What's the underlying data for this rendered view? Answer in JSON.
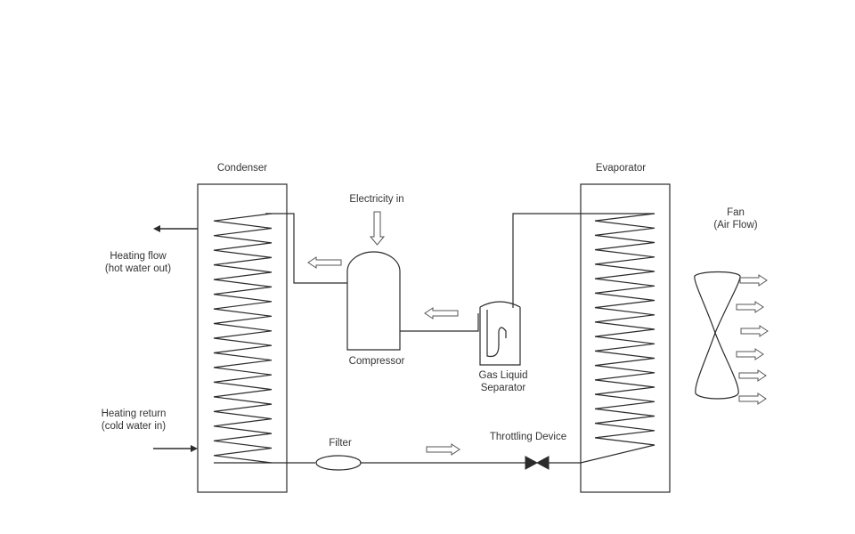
{
  "labels": {
    "condenser": "Condenser",
    "evaporator": "Evaporator",
    "electricity": "Electricity in",
    "compressor": "Compressor",
    "separator_line1": "Gas Liquid",
    "separator_line2": "Separator",
    "fan_line1": "Fan",
    "fan_line2": "(Air Flow)",
    "heating_flow_line1": "Heating flow",
    "heating_flow_line2": "(hot water out)",
    "heating_return_line1": "Heating return",
    "heating_return_line2": "(cold water in)",
    "filter": "Filter",
    "throttling": "Throttling Device"
  }
}
